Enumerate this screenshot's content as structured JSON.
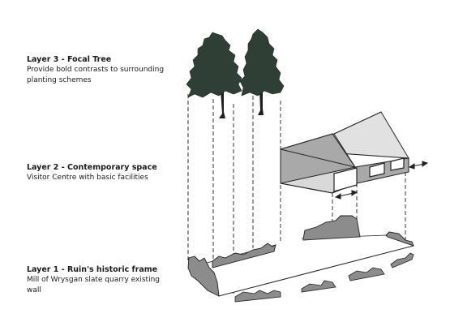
{
  "layers": [
    {
      "title": "Layer 3 - Focal Tree",
      "description": "Provide bold contrasts to surrounding planting schemes"
    },
    {
      "title": "Layer 2 - Contemporary space",
      "description": "Visitor Centre with basic facilities"
    },
    {
      "title": "Layer 1 - Ruin's historic frame",
      "description": "Mill of Wrysgan slate quarry existing wall"
    }
  ],
  "colors": {
    "tree_foliage": "#2f3f36",
    "tree_trunk": "#1e1e1e",
    "building_roof": "#e1e1e1",
    "building_wall": "#a9a9a9",
    "ruin_wall": "#8c8c8c",
    "line": "#222222"
  }
}
